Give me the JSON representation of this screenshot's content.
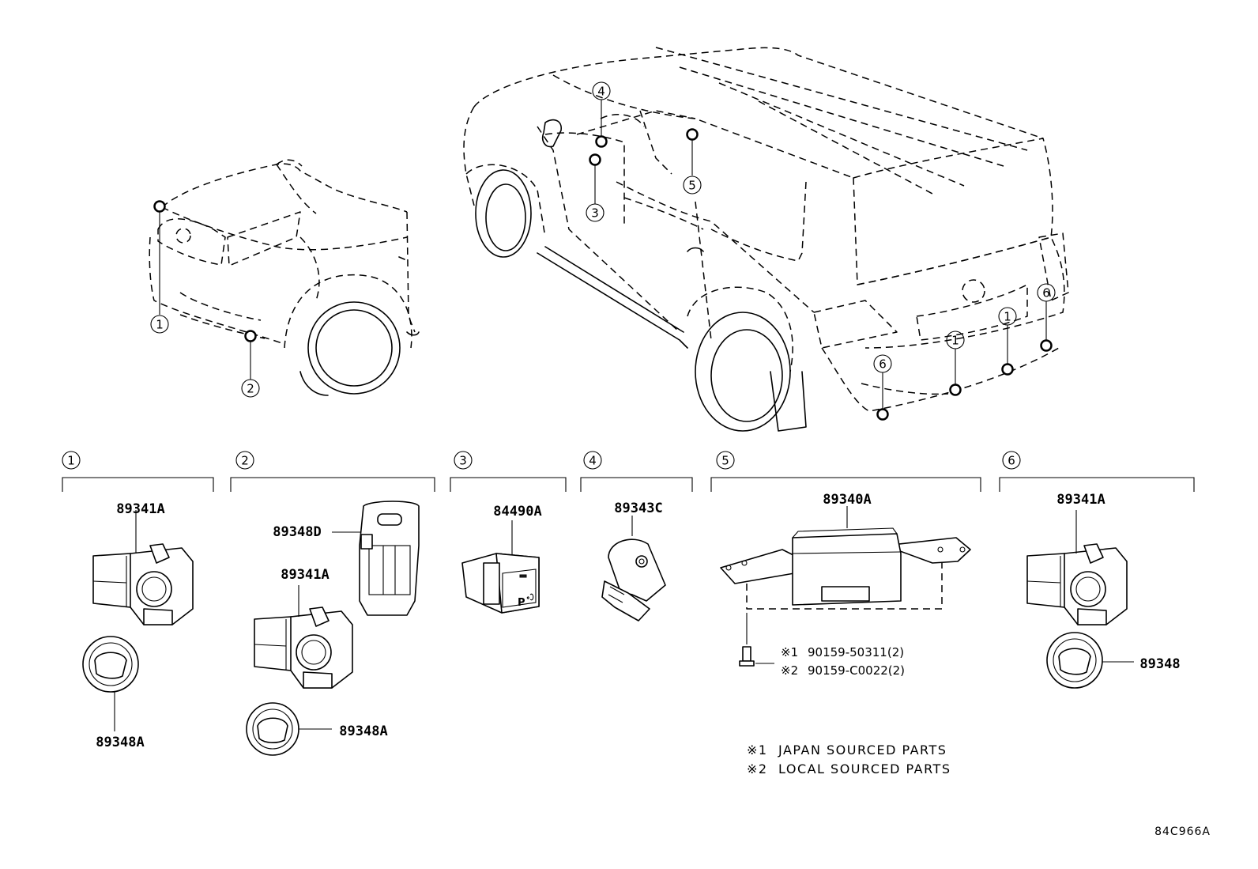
{
  "callouts": {
    "c1": "1",
    "c2": "2",
    "c3": "3",
    "c4": "4",
    "c5": "5",
    "c6": "6"
  },
  "groups": [
    {
      "number": "1",
      "parts": [
        "89341A",
        "89348A"
      ]
    },
    {
      "number": "2",
      "parts": [
        "89348D",
        "89341A",
        "89348A"
      ]
    },
    {
      "number": "3",
      "parts": [
        "84490A"
      ]
    },
    {
      "number": "4",
      "parts": [
        "89343C"
      ]
    },
    {
      "number": "5",
      "parts": [
        "89340A"
      ]
    },
    {
      "number": "6",
      "parts": [
        "89341A",
        "89348"
      ]
    }
  ],
  "bolts": [
    {
      "mark": "※1",
      "part": "90159-50311(2)"
    },
    {
      "mark": "※2",
      "part": "90159-C0022(2)"
    }
  ],
  "legend": [
    {
      "mark": "※1",
      "text": "JAPAN SOURCED PARTS"
    },
    {
      "mark": "※2",
      "text": "LOCAL SOURCED PARTS"
    }
  ],
  "diagram_code": "84C966A"
}
